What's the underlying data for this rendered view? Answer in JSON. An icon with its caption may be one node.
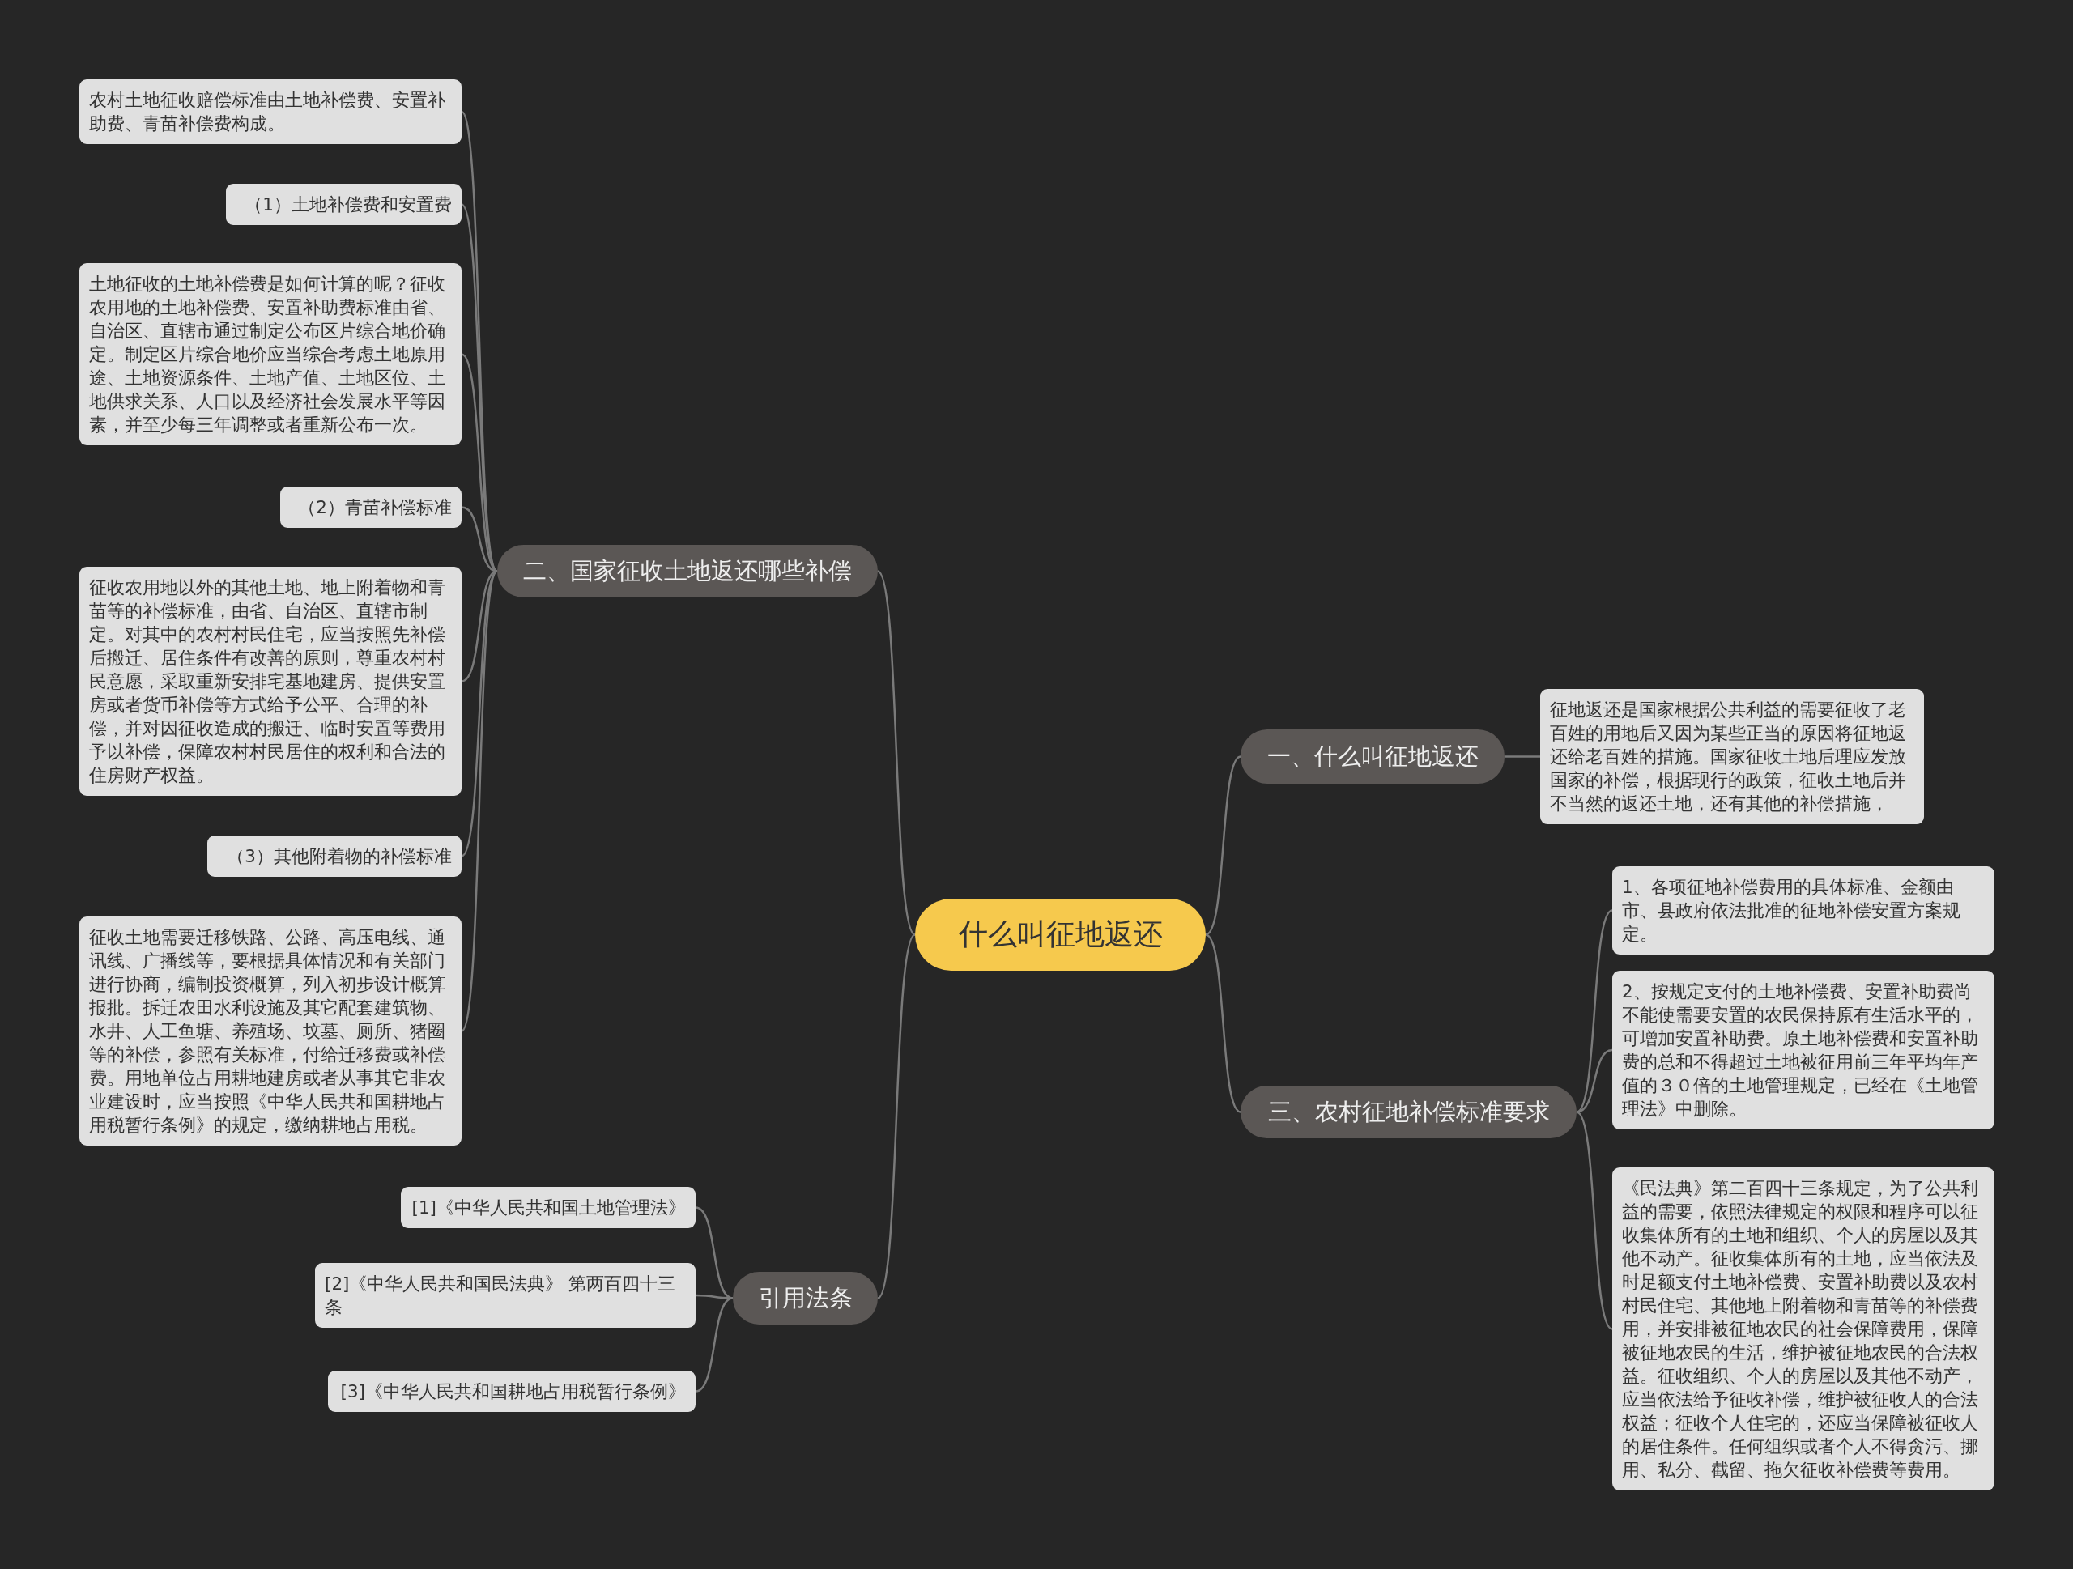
{
  "diagram": {
    "nodes": [
      {
        "text": [
          "什么叫征地返还"
        ]
      },
      {
        "text": [
          "一、什么叫征地返还"
        ]
      },
      {
        "text": [
          "征地返还是国家根据公共利益的需要征收了老百姓的用地后又因为某些正当的原因将征地返还给老百姓的措施。国家征收土地后理应发放国家的补偿，根据现行的政策，征收土地后并不当然的返还土地，还有其他的补偿措施，"
        ]
      },
      {
        "text": [
          "二、国家征收土地返还哪些补偿"
        ]
      },
      {
        "text": [
          "农村土地征收赔偿标准由土地补偿费、安置补助费、青苗补偿费构成。"
        ]
      },
      {
        "text": [
          "（1）土地补偿费和安置费"
        ]
      },
      {
        "text": [
          "土地征收的土地补偿费是如何计算的呢？征收农用地的土地补偿费、安置补助费标准由省、自治区、直辖市通过制定公布区片综合地价确定。制定区片综合地价应当综合考虑土地原用途、土地资源条件、土地产值、土地区位、土地供求关系、人口以及经济社会发展水平等因素，并至少每三年调整或者重新公布一次。"
        ]
      },
      {
        "text": [
          "（2）青苗补偿标准"
        ]
      },
      {
        "text": [
          "征收农用地以外的其他土地、地上附着物和青苗等的补偿标准，由省、自治区、直辖市制定。对其中的农村村民住宅，应当按照先补偿后搬迁、居住条件有改善的原则，尊重农村村民意愿，采取重新安排宅基地建房、提供安置房或者货币补偿等方式给予公平、合理的补偿，并对因征收造成的搬迁、临时安置等费用予以补偿，保障农村村民居住的权利和合法的住房财产权益。"
        ]
      },
      {
        "text": [
          "（3）其他附着物的补偿标准"
        ]
      },
      {
        "text": [
          "征收土地需要迁移铁路、公路、高压电线、通讯线、广播线等，要根据具体情况和有关部门进行协商，编制投资概算，列入初步设计概算报批。拆迁农田水利设施及其它配套建筑物、水井、人工鱼塘、养殖场、坟墓、厕所、猪圈等的补偿，参照有关标准，付给迁移费或补偿费。用地单位占用耕地建房或者从事其它非农业建设时，应当按照《中华人民共和国耕地占用税暂行条例》的规定，缴纳耕地占用税。"
        ]
      },
      {
        "text": [
          "三、农村征地补偿标准要求"
        ]
      },
      {
        "text": [
          "1、各项征地补偿费用的具体标准、金额由市、县政府依法批准的征地补偿安置方案规定。"
        ]
      },
      {
        "text": [
          "2、按规定支付的土地补偿费、安置补助费尚不能使需要安置的农民保持原有生活水平的，可增加安置补助费。原土地补偿费和安置补助费的总和不得超过土地被征用前三年平均年产值的３０倍的土地管理规定，已经在《土地管理法》中删除。"
        ]
      },
      {
        "text": [
          "《民法典》第二百四十三条规定，为了公共利益的需要，依照法律规定的权限和程序可以征收集体所有的土地和组织、个人的房屋以及其他不动产。征收集体所有的土地，应当依法及时足额支付土地补偿费、安置补助费以及农村村民住宅、其他地上附着物和青苗等的补偿费用，并安排被征地农民的社会保障费用，保障被征地农民的生活，维护被征地农民的合法权益。征收组织、个人的房屋以及其他不动产，应当依法给予征收补偿，维护被征收人的合法权益；征收个人住宅的，还应当保障被征收人的居住条件。任何组织或者个人不得贪污、挪用、私分、截留、拖欠征收补偿费等费用。"
        ]
      },
      {
        "text": [
          "引用法条"
        ]
      },
      {
        "text": [
          "[1]《中华人民共和国土地管理法》"
        ]
      },
      {
        "text": [
          "[2]《中华人民共和国民法典》 第两百四十三条"
        ]
      },
      {
        "text": [
          "[3]《中华人民共和国耕地占用税暂行条例》"
        ]
      }
    ],
    "edges": [
      {
        "from": 0,
        "to": 1,
        "arrow": "none"
      },
      {
        "from": 1,
        "to": 2,
        "arrow": "none"
      },
      {
        "from": 0,
        "to": 3,
        "arrow": "none"
      },
      {
        "from": 3,
        "to": 4,
        "arrow": "none"
      },
      {
        "from": 3,
        "to": 5,
        "arrow": "none"
      },
      {
        "from": 3,
        "to": 6,
        "arrow": "none"
      },
      {
        "from": 3,
        "to": 7,
        "arrow": "none"
      },
      {
        "from": 3,
        "to": 8,
        "arrow": "none"
      },
      {
        "from": 3,
        "to": 9,
        "arrow": "none"
      },
      {
        "from": 3,
        "to": 10,
        "arrow": "none"
      },
      {
        "from": 0,
        "to": 11,
        "arrow": "none"
      },
      {
        "from": 11,
        "to": 12,
        "arrow": "none"
      },
      {
        "from": 11,
        "to": 13,
        "arrow": "none"
      },
      {
        "from": 11,
        "to": 14,
        "arrow": "none"
      },
      {
        "from": 0,
        "to": 15,
        "arrow": "none"
      },
      {
        "from": 15,
        "to": 16,
        "arrow": "none"
      },
      {
        "from": 15,
        "to": 17,
        "arrow": "none"
      },
      {
        "from": 15,
        "to": 18,
        "arrow": "none"
      }
    ]
  }
}
